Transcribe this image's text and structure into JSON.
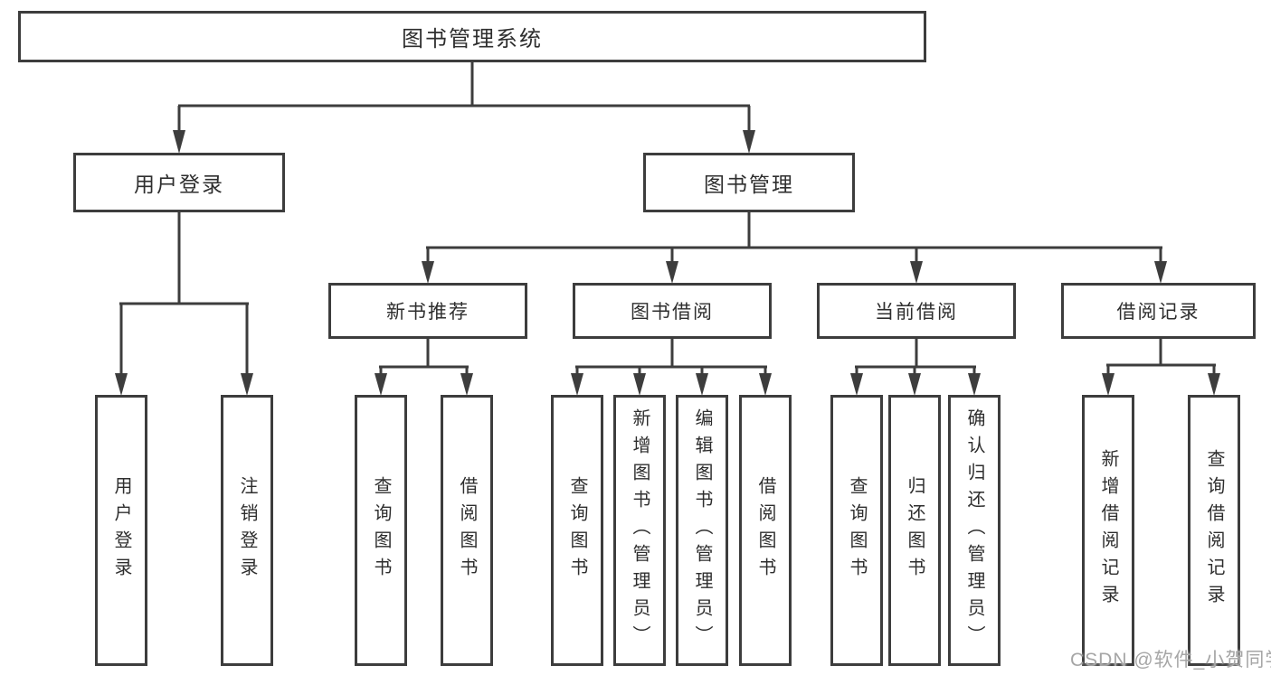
{
  "diagram_title": "图书管理系统",
  "colors": {
    "line": "#3d3d3d",
    "box_border": "#3d3d3d",
    "text": "#2e2e2e",
    "background": "#ffffff",
    "watermark": "#a6a6a6"
  },
  "nodes": {
    "root": {
      "label": "图书管理系统"
    },
    "level2": [
      {
        "label": "用户登录"
      },
      {
        "label": "图书管理"
      }
    ],
    "level3": [
      {
        "label": "新书推荐"
      },
      {
        "label": "图书借阅"
      },
      {
        "label": "当前借阅"
      },
      {
        "label": "借阅记录"
      }
    ],
    "leaves": [
      {
        "label": "用户登录"
      },
      {
        "label": "注销登录"
      },
      {
        "label": "查询图书"
      },
      {
        "label": "借阅图书"
      },
      {
        "label": "查询图书"
      },
      {
        "label": "新增图书（管理员）"
      },
      {
        "label": "编辑图书（管理员）"
      },
      {
        "label": "借阅图书"
      },
      {
        "label": "查询图书"
      },
      {
        "label": "归还图书"
      },
      {
        "label": "确认归还（管理员）"
      },
      {
        "label": "新增借阅记录"
      },
      {
        "label": "查询借阅记录"
      }
    ]
  },
  "hierarchy": {
    "图书管理系统": {
      "用户登录": [
        "用户登录",
        "注销登录"
      ],
      "图书管理": {
        "新书推荐": [
          "查询图书",
          "借阅图书"
        ],
        "图书借阅": [
          "查询图书",
          "新增图书（管理员）",
          "编辑图书（管理员）",
          "借阅图书"
        ],
        "当前借阅": [
          "查询图书",
          "归还图书",
          "确认归还（管理员）"
        ],
        "借阅记录": [
          "新增借阅记录",
          "查询借阅记录"
        ]
      }
    }
  },
  "watermark": {
    "text": "CSDN @软件_小贺同学"
  }
}
